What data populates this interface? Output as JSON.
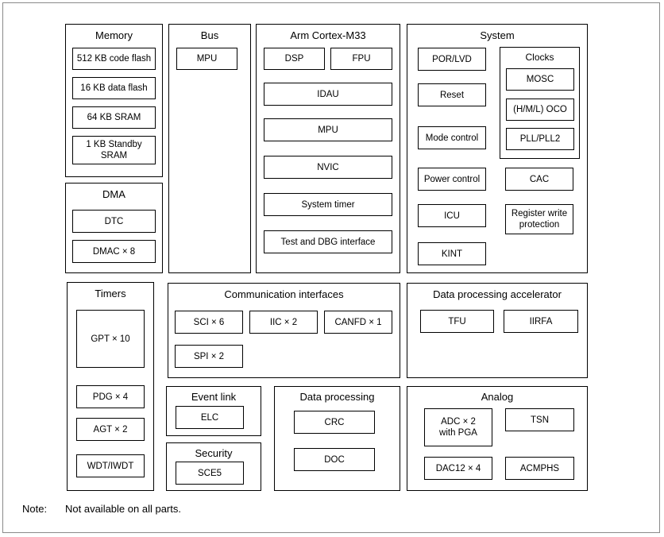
{
  "memory": {
    "title": "Memory",
    "items": [
      "512 KB code flash",
      "16 KB data flash",
      "64 KB SRAM",
      "1 KB Standby SRAM"
    ]
  },
  "bus": {
    "title": "Bus",
    "items": [
      "MPU"
    ]
  },
  "arm": {
    "title": "Arm Cortex-M33",
    "items": [
      "DSP",
      "FPU",
      "IDAU",
      "MPU",
      "NVIC",
      "System timer",
      "Test and DBG interface"
    ]
  },
  "system": {
    "title": "System",
    "items": [
      "POR/LVD",
      "Reset",
      "Mode control",
      "Power control",
      "ICU",
      "KINT",
      "CAC",
      "Register write protection"
    ],
    "clocks": {
      "title": "Clocks",
      "items": [
        "MOSC",
        "(H/M/L) OCO",
        "PLL/PLL2"
      ]
    }
  },
  "dma": {
    "title": "DMA",
    "items": [
      "DTC",
      "DMAC × 8"
    ]
  },
  "timers": {
    "title": "Timers",
    "items": [
      "GPT × 10",
      "PDG × 4",
      "AGT × 2",
      "WDT/IWDT"
    ]
  },
  "comm": {
    "title": "Communication interfaces",
    "items": [
      "SCI × 6",
      "IIC × 2",
      "CANFD × 1",
      "SPI × 2"
    ]
  },
  "dpa": {
    "title": "Data processing accelerator",
    "items": [
      "TFU",
      "IIRFA"
    ]
  },
  "event_link": {
    "title": "Event link",
    "items": [
      "ELC"
    ]
  },
  "security": {
    "title": "Security",
    "items": [
      "SCE5"
    ]
  },
  "data_processing": {
    "title": "Data processing",
    "items": [
      "CRC",
      "DOC"
    ]
  },
  "analog": {
    "title": "Analog",
    "items": [
      "ADC × 2 with PGA",
      "TSN",
      "DAC12 × 4",
      "ACMPHS"
    ]
  },
  "note": {
    "label": "Note:",
    "text": "Not available on all parts."
  }
}
